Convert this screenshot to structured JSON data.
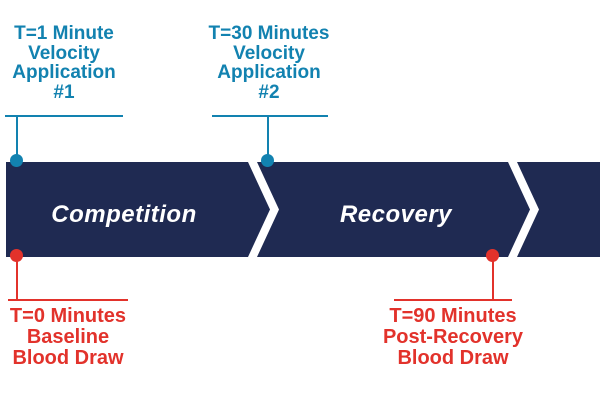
{
  "colors": {
    "navy": "#1f2a52",
    "teal": "#1282b0",
    "red": "#e2322b",
    "background": "#ffffff"
  },
  "band": {
    "segments": [
      {
        "id": "competition",
        "label": "Competition"
      },
      {
        "id": "recovery",
        "label": "Recovery"
      },
      {
        "id": "continuation",
        "label": ""
      }
    ]
  },
  "top_annotations": [
    {
      "color": "teal",
      "lines": [
        "T=1 Minute",
        "Velocity",
        "Application",
        "#1"
      ]
    },
    {
      "color": "teal",
      "lines": [
        "T=30 Minutes",
        "Velocity",
        "Application",
        "#2"
      ]
    }
  ],
  "bottom_annotations": [
    {
      "color": "red",
      "lines": [
        "T=0 Minutes",
        "Baseline",
        "Blood Draw"
      ]
    },
    {
      "color": "red",
      "lines": [
        "T=90 Minutes",
        "Post-Recovery",
        "Blood Draw"
      ]
    }
  ]
}
